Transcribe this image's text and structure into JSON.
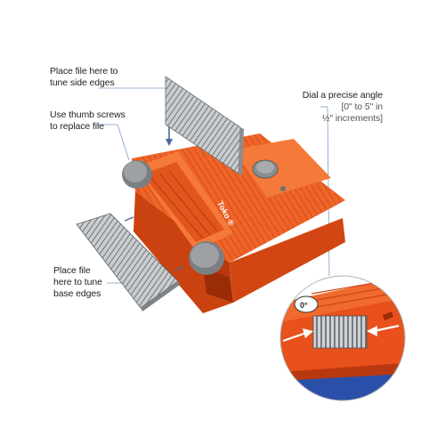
{
  "colors": {
    "tool_body": "#e8501c",
    "tool_top": "#f06a2c",
    "tool_shadow": "#b8380f",
    "tool_dark": "#9a2c08",
    "knob": "#8a8e90",
    "file_light": "#c9cdd0",
    "file_stripes": "#6f7478",
    "blue_base": "#2a4fa8",
    "leader": "#7a9dc8"
  },
  "icons": {
    "thumb_screw": "thumb-screw-icon",
    "dial": "angle-dial-icon",
    "file": "file-icon"
  },
  "callouts": {
    "side_edges": {
      "line1": "Place file here to",
      "line2": "tune side edges"
    },
    "thumb_screws": {
      "line1": "Use thumb screws",
      "line2": "to replace file"
    },
    "dial_angle": {
      "line1": "Dial a precise angle",
      "line2": "[0\" to 5\" in",
      "line3": "½\" increments]"
    },
    "base_edges": {
      "line1": "Place file",
      "line2": "here to tune",
      "line3": "base edges"
    }
  },
  "dial_label": "0°",
  "brand_text": "Toko ®"
}
